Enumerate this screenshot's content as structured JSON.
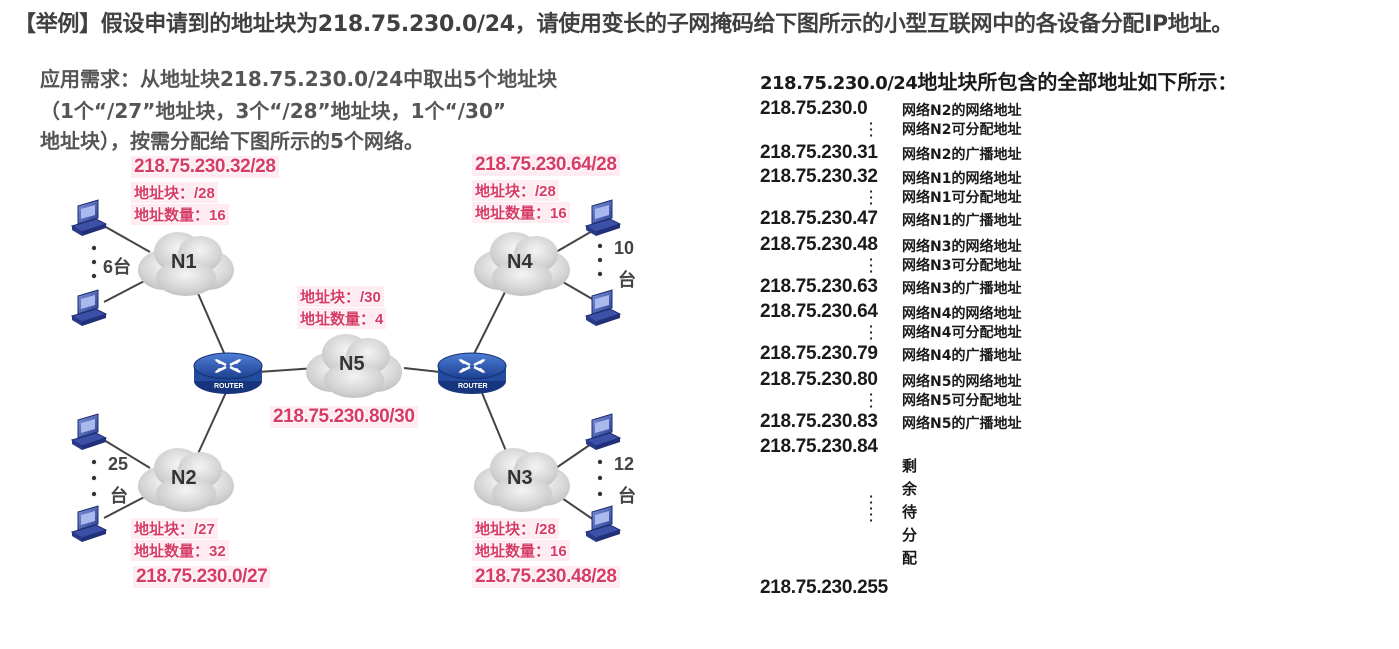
{
  "title": "【举例】假设申请到的地址块为218.75.230.0/24，请使用变长的子网掩码给下图所示的小型互联网中的各设备分配IP地址。",
  "requirement": {
    "line1": "应用需求：从地址块218.75.230.0/24中取出5个地址块",
    "line2": "（1个“/27”地址块，3个“/28”地址块，1个“/30”",
    "line3": "地址块），按需分配给下图所示的5个网络。"
  },
  "networks": {
    "n1": {
      "name": "N1",
      "block": "218.75.230.32/28",
      "prefix": "地址块：/28",
      "count": "地址数量：16",
      "hosts": "6台"
    },
    "n2": {
      "name": "N2",
      "block": "218.75.230.0/27",
      "prefix": "地址块：/27",
      "count": "地址数量：32",
      "hosts_num": "25",
      "hosts_unit": "台"
    },
    "n3": {
      "name": "N3",
      "block": "218.75.230.48/28",
      "prefix": "地址块：/28",
      "count": "地址数量：16",
      "hosts_num": "12",
      "hosts_unit": "台"
    },
    "n4": {
      "name": "N4",
      "block": "218.75.230.64/28",
      "prefix": "地址块：/28",
      "count": "地址数量：16",
      "hosts_num": "10",
      "hosts_unit": "台"
    },
    "n5": {
      "name": "N5",
      "block": "218.75.230.80/30",
      "prefix": "地址块：/30",
      "count": "地址数量：4"
    }
  },
  "router_label": "ROUTER",
  "address_list": {
    "heading_prefix": "218.75.230.0/24",
    "heading_suffix": "地址块所包含的全部地址如下所示：",
    "rows": [
      {
        "addr": "218.75.230.0",
        "net": "网络N2的网络地址",
        "mid": "网络N2可分配地址"
      },
      {
        "addr": "218.75.230.31",
        "net": "网络N2的广播地址"
      },
      {
        "addr": "218.75.230.32",
        "net": "网络N1的网络地址",
        "mid": "网络N1可分配地址"
      },
      {
        "addr": "218.75.230.47",
        "net": "网络N1的广播地址"
      },
      {
        "addr": "218.75.230.48",
        "net": "网络N3的网络地址",
        "mid": "网络N3可分配地址"
      },
      {
        "addr": "218.75.230.63",
        "net": "网络N3的广播地址"
      },
      {
        "addr": "218.75.230.64",
        "net": "网络N4的网络地址",
        "mid": "网络N4可分配地址"
      },
      {
        "addr": "218.75.230.79",
        "net": "网络N4的广播地址"
      },
      {
        "addr": "218.75.230.80",
        "net": "网络N5的网络地址",
        "mid": "网络N5可分配地址"
      },
      {
        "addr": "218.75.230.83",
        "net": "网络N5的广播地址"
      }
    ],
    "remaining_start": "218.75.230.84",
    "remaining_label": "剩余待分配",
    "last": "218.75.230.255"
  }
}
